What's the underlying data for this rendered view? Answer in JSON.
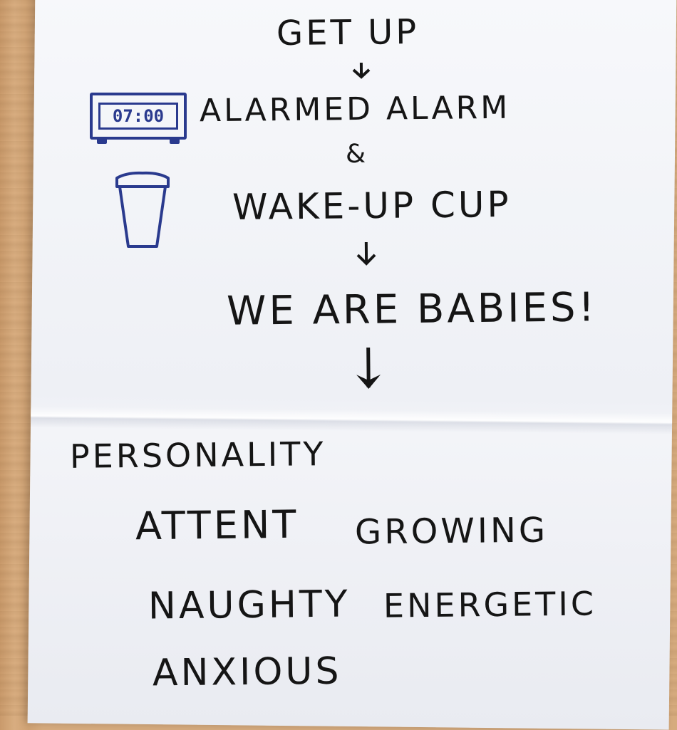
{
  "notes": {
    "line1": "GET UP",
    "line2": "ALARMED ALARM",
    "line3": "&",
    "line4": "WAKE-UP CUP",
    "line5": "WE ARE BABIES!",
    "section_title": "PERSONALITY",
    "traits": [
      "ATTENT",
      "GROWING",
      "NAUGHTY",
      "ENERGETIC",
      "ANXIOUS"
    ]
  },
  "clock": {
    "time": "07:00",
    "icon": "alarm-clock-icon",
    "color": "#2a3a8e"
  },
  "cup": {
    "icon": "cup-icon",
    "color": "#2a3a8e"
  },
  "arrow_icon": "down-arrow-icon"
}
